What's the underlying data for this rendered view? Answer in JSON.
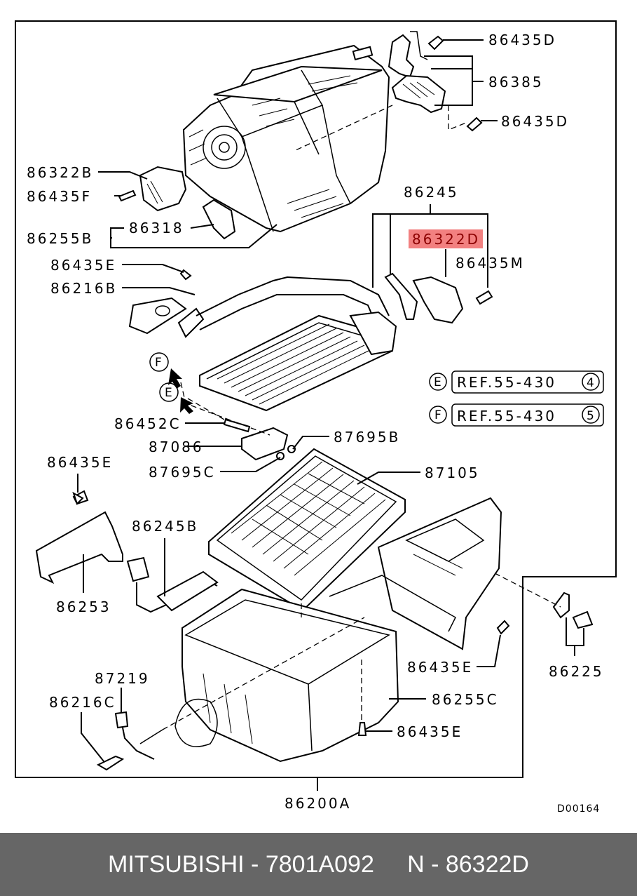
{
  "diagram": {
    "highlight_color": "#f28080",
    "highlight_text_color": "#8b0000",
    "labels": {
      "l86435D_top": "86435D",
      "l86385": "86385",
      "l86435D_mid": "86435D",
      "l86322B": "86322B",
      "l86435F": "86435F",
      "l86318": "86318",
      "l86255B": "86255B",
      "l86245": "86245",
      "l86322D": "86322D",
      "l86435M": "86435M",
      "l86435E_a": "86435E",
      "l86216B": "86216B",
      "l86452C": "86452C",
      "l87086": "87086",
      "l87695B": "87695B",
      "l87695C": "87695C",
      "l87105": "87105",
      "l86435E_b": "86435E",
      "l86245B": "86245B",
      "l86253": "86253",
      "l86225": "86225",
      "l86435E_c": "86435E",
      "l86255C": "86255C",
      "l86435E_d": "86435E",
      "l87219": "87219",
      "l86216C": "86216C",
      "l86200A": "86200A"
    },
    "refs": [
      {
        "marker": "E",
        "text": "REF.55-430",
        "num": "4"
      },
      {
        "marker": "F",
        "text": "REF.55-430",
        "num": "5"
      }
    ],
    "arrow_markers": {
      "f": "F",
      "e": "E"
    },
    "drawing_code": "D00164"
  },
  "footer": {
    "brand": "MITSUBISHI",
    "part_number": "7801A092",
    "ref_number": "N - 86322D",
    "text": "MITSUBISHI - 7801A092     N - 86322D",
    "background": "#666666",
    "text_color": "#ffffff"
  }
}
